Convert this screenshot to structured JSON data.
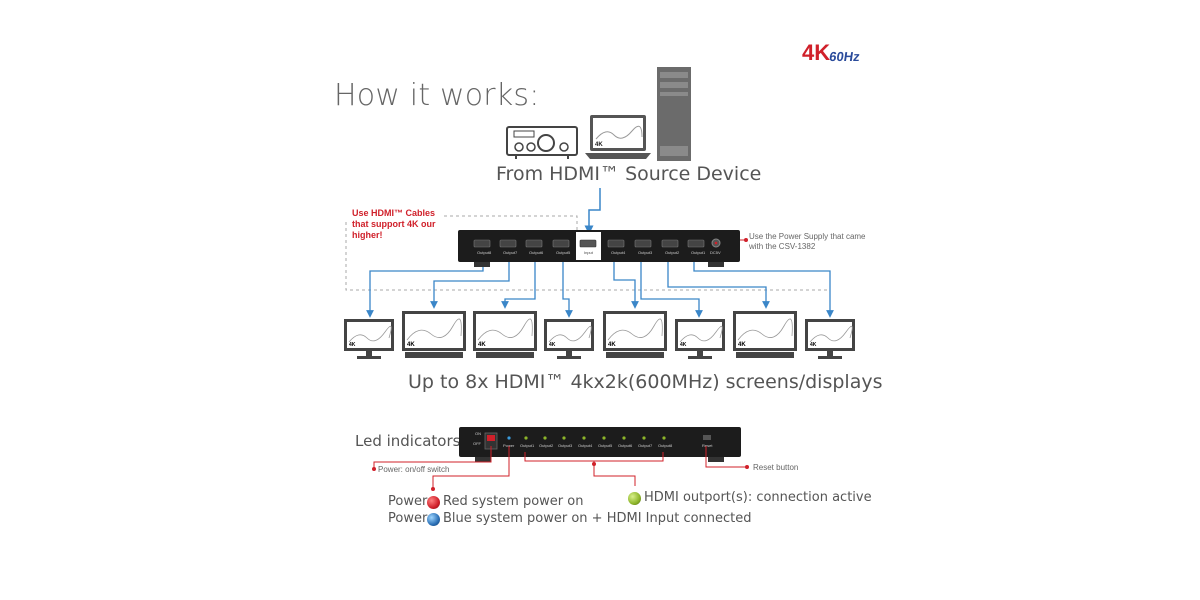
{
  "logo": {
    "text_main": "4K",
    "text_sub": "60Hz",
    "color_main": "#d0202a",
    "color_sub": "#2a4b9b"
  },
  "heading": "How it works:",
  "source_label": "From HDMI™ Source Device",
  "screens_label": "Up to 8x HDMI™ 4kx2k(600MHz) screens/displays",
  "cable_note": "Use HDMI™ Cables that support 4K our higher!",
  "psu_note": "Use the Power Supply that came with the CSV-1382",
  "top_device": {
    "ports": [
      "Output8",
      "Output7",
      "Output6",
      "Output5",
      "Input",
      "Output4",
      "Output3",
      "Output2",
      "Output1",
      "DC5V"
    ]
  },
  "led_section": {
    "title": "Led indicators",
    "front_labels": [
      "ON",
      "OFF",
      "Power",
      "Output1",
      "Output2",
      "Output3",
      "Output4",
      "Output5",
      "Output6",
      "Output7",
      "Output8",
      "Reset"
    ],
    "power_switch_label": "Power: on/off switch",
    "reset_label": "Reset button"
  },
  "legend": {
    "power_prefix_1": "Power:",
    "power_red": "Red system power on",
    "power_prefix_2": "Power:",
    "power_blue": "Blue system power on + HDMI Input connected",
    "hdmi_green": "HDMI outport(s): connection active"
  },
  "colors": {
    "red": "#d0202a",
    "blue": "#2a6fb5",
    "green": "#8db52a",
    "device": "#1c1c1c",
    "cable_line": "#3a86c8"
  },
  "icons": [
    "av-receiver-icon",
    "laptop-icon",
    "pc-tower-icon",
    "monitor-icon"
  ]
}
